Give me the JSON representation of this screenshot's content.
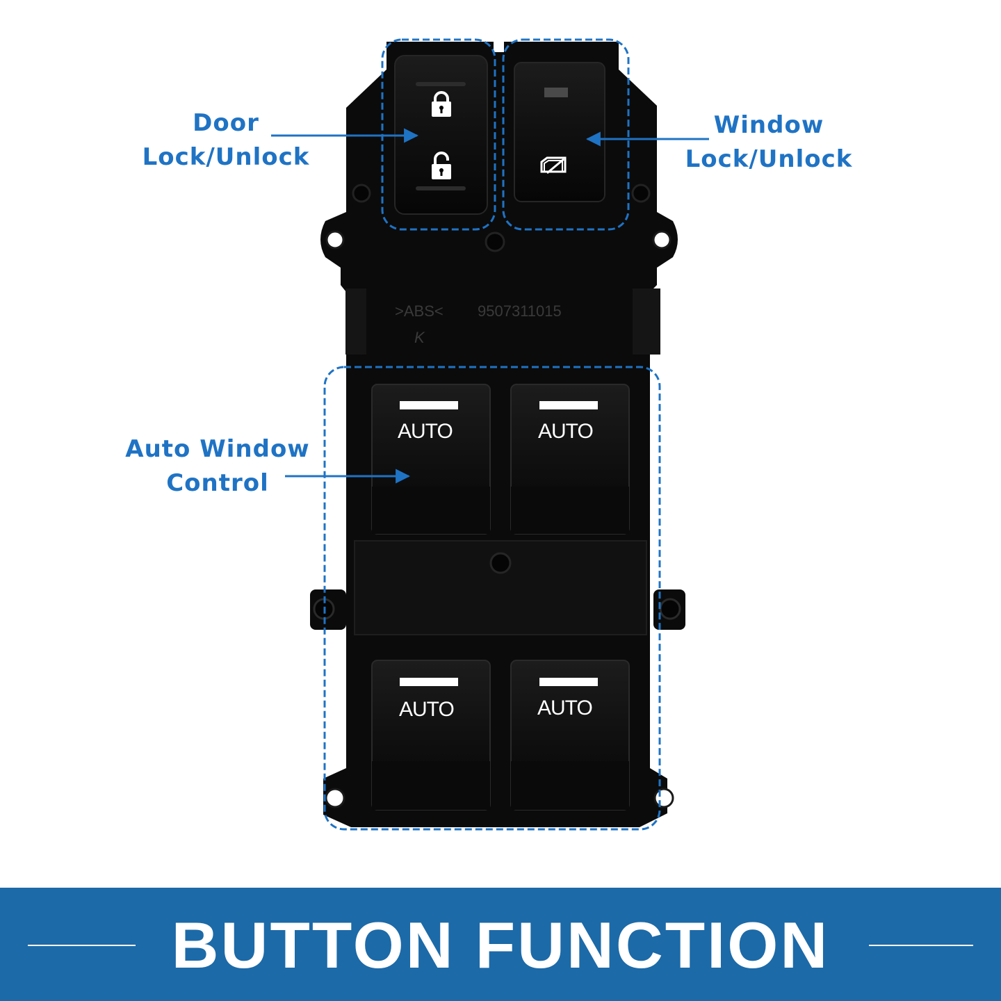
{
  "callouts": {
    "door_lock": [
      "Door",
      "Lock/Unlock"
    ],
    "window_lock": [
      "Window",
      "Lock/Unlock"
    ],
    "auto_window": [
      "Auto Window",
      "Control"
    ]
  },
  "switch": {
    "part_number": "9507311015",
    "material_mark": ">ABS<",
    "molded_letter": "K",
    "auto_labels": [
      "AUTO",
      "AUTO",
      "AUTO",
      "AUTO"
    ]
  },
  "banner": {
    "title": "BUTTON FUNCTION"
  },
  "colors": {
    "accent": "#1f73c4",
    "banner": "#1c6aa8",
    "switch_body": "#0b0b0b",
    "button": "#121212"
  },
  "icons": [
    "padlock-closed-icon",
    "padlock-open-icon",
    "window-lock-icon",
    "arrow-icon"
  ]
}
